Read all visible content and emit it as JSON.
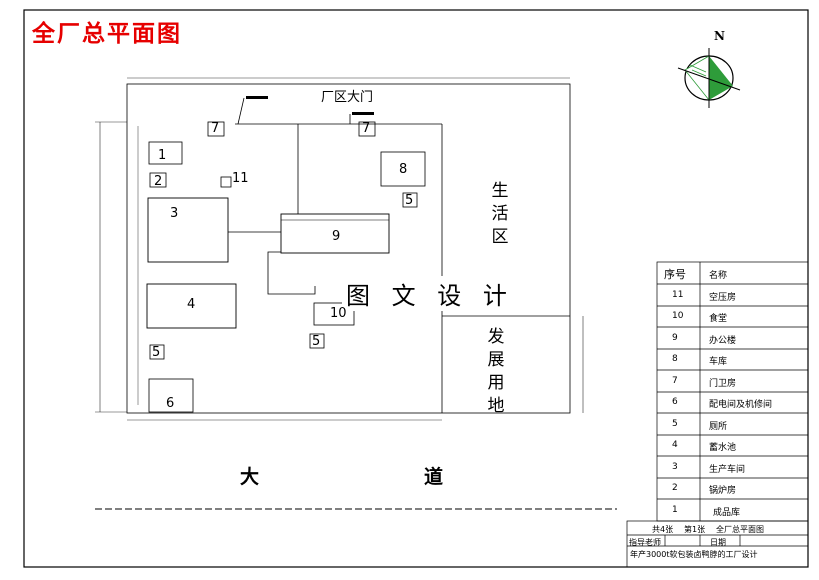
{
  "title": "全厂总平面图",
  "compass": {
    "label": "N",
    "icon": "north-arrow-icon"
  },
  "site": {
    "gate": "厂区大门",
    "living_area": "生活区",
    "development_area": "发展用地",
    "road": [
      "大",
      "道"
    ],
    "watermark": "图 文 设 计"
  },
  "buildings": [
    {
      "id": "b1",
      "num": "1"
    },
    {
      "id": "b2",
      "num": "2"
    },
    {
      "id": "b3",
      "num": "3"
    },
    {
      "id": "b4",
      "num": "4"
    },
    {
      "id": "b5a",
      "num": "5"
    },
    {
      "id": "b5b",
      "num": "5"
    },
    {
      "id": "b5c",
      "num": "5"
    },
    {
      "id": "b6",
      "num": "6"
    },
    {
      "id": "b7a",
      "num": "7"
    },
    {
      "id": "b7b",
      "num": "7"
    },
    {
      "id": "b8",
      "num": "8"
    },
    {
      "id": "b9",
      "num": "9"
    },
    {
      "id": "b10",
      "num": "10"
    },
    {
      "id": "b11",
      "num": "11"
    }
  ],
  "legend": {
    "header_no": "序号",
    "header_name": "名称",
    "rows": [
      {
        "no": "11",
        "name": "空压房"
      },
      {
        "no": "10",
        "name": "食堂"
      },
      {
        "no": "9",
        "name": "办公楼"
      },
      {
        "no": "8",
        "name": "车库"
      },
      {
        "no": "7",
        "name": "门卫房"
      },
      {
        "no": "6",
        "name": "配电间及机修间"
      },
      {
        "no": "5",
        "name": "厕所"
      },
      {
        "no": "4",
        "name": "蓄水池"
      },
      {
        "no": "3",
        "name": "生产车间"
      },
      {
        "no": "2",
        "name": "锅炉房"
      },
      {
        "no": "1",
        "name": "成品库"
      }
    ]
  },
  "title_block": {
    "sheet_total": "共4张",
    "sheet_no": "第1张",
    "drawing_name": "全厂总平面图",
    "advisor_label": "指导老师",
    "date_label": "日期",
    "project": "年产3000t软包装卤鸭脖的工厂设计"
  },
  "colors": {
    "title": "#e60000",
    "compass_green": "#2e9c3a",
    "line": "#000000"
  }
}
